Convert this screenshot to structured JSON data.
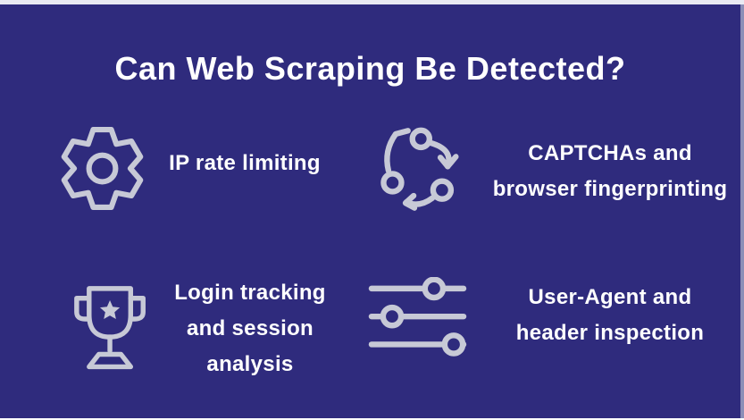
{
  "theme": {
    "background": "#2f2b7d",
    "stroke": "#c7c9d6",
    "text": "#ffffff",
    "edge_top": "#e9eaf3",
    "edge_right": "#8b8eb7",
    "edge_bottom": "#ffffff"
  },
  "title": "Can Web Scraping Be Detected?",
  "items": [
    {
      "icon": "gear-icon",
      "lines": [
        "IP rate limiting"
      ]
    },
    {
      "icon": "cycle-arrows-icon",
      "lines": [
        "CAPTCHAs and",
        "browser fingerprinting"
      ]
    },
    {
      "icon": "trophy-icon",
      "lines": [
        "Login tracking",
        "and session",
        "analysis"
      ]
    },
    {
      "icon": "sliders-icon",
      "lines": [
        "User-Agent and",
        "header inspection"
      ]
    }
  ]
}
